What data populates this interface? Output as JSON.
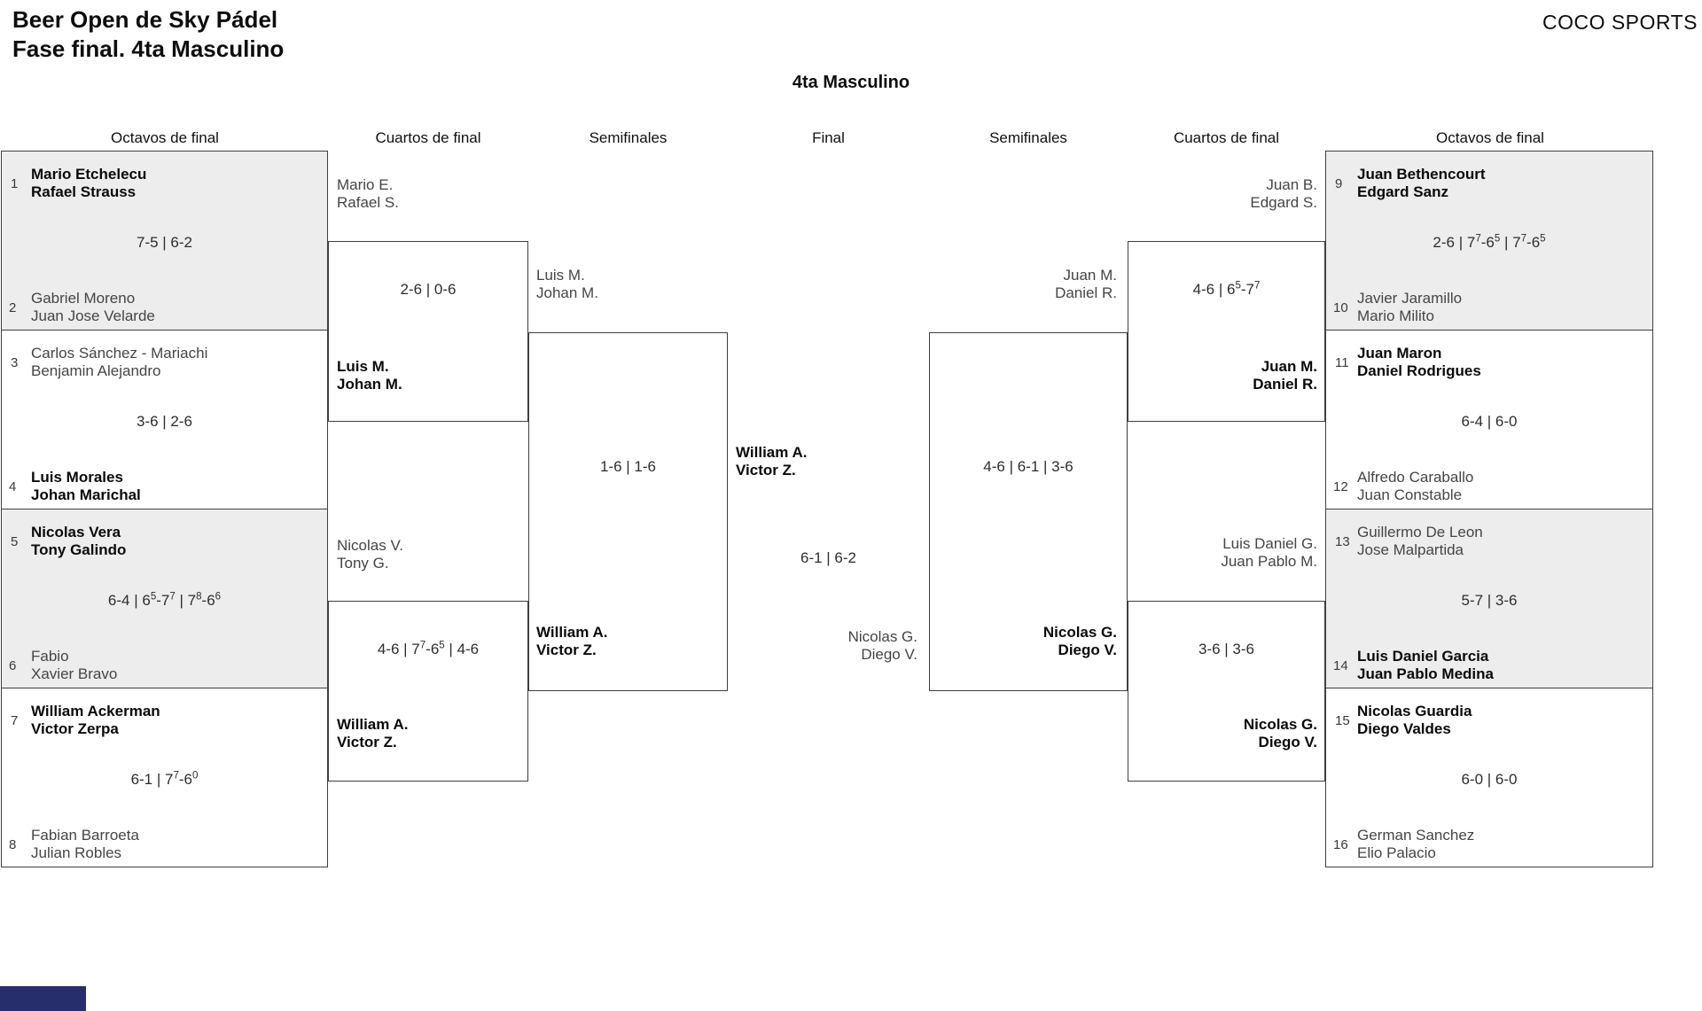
{
  "header": {
    "title_line1": "Beer Open de Sky Pádel",
    "title_line2": "Fase final. 4ta Masculino",
    "brand": "COCO SPORTS",
    "bracket_title": "4ta Masculino"
  },
  "rounds": [
    "Octavos de final",
    "Cuartos de final",
    "Semifinales",
    "Final",
    "Semifinales",
    "Cuartos de final",
    "Octavos de final"
  ],
  "octavos": [
    {
      "seed1": "1",
      "t1a": "Mario Etchelecu",
      "t1b": "Rafael Strauss",
      "w1": true,
      "score": "7-5 | 6-2",
      "seed2": "2",
      "t2a": "Gabriel Moreno",
      "t2b": "Juan Jose Velarde",
      "w2": false
    },
    {
      "seed1": "3",
      "t1a": "Carlos Sánchez - Mariachi",
      "t1b": "Benjamin Alejandro",
      "w1": false,
      "score": "3-6 | 2-6",
      "seed2": "4",
      "t2a": "Luis Morales",
      "t2b": "Johan Marichal",
      "w2": true
    },
    {
      "seed1": "5",
      "t1a": "Nicolas Vera",
      "t1b": "Tony Galindo",
      "w1": true,
      "score": "6-4 | 6^5-7^7 | 7^8-6^6",
      "seed2": "6",
      "t2a": "Fabio",
      "t2b": "Xavier Bravo",
      "w2": false
    },
    {
      "seed1": "7",
      "t1a": "William Ackerman",
      "t1b": "Victor Zerpa",
      "w1": true,
      "score": "6-1 | 7^7-6^0",
      "seed2": "8",
      "t2a": "Fabian Barroeta",
      "t2b": "Julian Robles",
      "w2": false
    },
    {
      "seed1": "9",
      "t1a": "Juan Bethencourt",
      "t1b": "Edgard Sanz",
      "w1": true,
      "score": "2-6 | 7^7-6^5 | 7^7-6^5",
      "seed2": "10",
      "t2a": "Javier Jaramillo",
      "t2b": "Mario Milito",
      "w2": false
    },
    {
      "seed1": "11",
      "t1a": "Juan Maron",
      "t1b": "Daniel Rodrigues",
      "w1": true,
      "score": "6-4 | 6-0",
      "seed2": "12",
      "t2a": "Alfredo Caraballo",
      "t2b": "Juan Constable",
      "w2": false
    },
    {
      "seed1": "13",
      "t1a": "Guillermo De Leon",
      "t1b": "Jose Malpartida",
      "w1": false,
      "score": "5-7 | 3-6",
      "seed2": "14",
      "t2a": "Luis Daniel Garcia",
      "t2b": "Juan Pablo Medina",
      "w2": true
    },
    {
      "seed1": "15",
      "t1a": "Nicolas Guardia",
      "t1b": "Diego Valdes",
      "w1": true,
      "score": "6-0 | 6-0",
      "seed2": "16",
      "t2a": "German Sanchez",
      "t2b": "Elio Palacio",
      "w2": false
    }
  ],
  "cuartos": [
    {
      "t1a": "Mario E.",
      "t1b": "Rafael S.",
      "w1": false,
      "score": "2-6 | 0-6",
      "t2a": "Luis M.",
      "t2b": "Johan M.",
      "w2": true
    },
    {
      "t1a": "Nicolas V.",
      "t1b": "Tony G.",
      "w1": false,
      "score": "4-6 | 7^7-6^5 | 4-6",
      "t2a": "William A.",
      "t2b": "Victor Z.",
      "w2": true
    },
    {
      "t1a": "Juan B.",
      "t1b": "Edgard S.",
      "w1": false,
      "score": "4-6 | 6^5-7^7",
      "t2a": "Juan M.",
      "t2b": "Daniel R.",
      "w2": true
    },
    {
      "t1a": "Luis Daniel G.",
      "t1b": "Juan Pablo M.",
      "w1": false,
      "score": "3-6 | 3-6",
      "t2a": "Nicolas G.",
      "t2b": "Diego V.",
      "w2": true
    }
  ],
  "semifinales": [
    {
      "t1a": "Luis M.",
      "t1b": "Johan M.",
      "w1": false,
      "score": "1-6 | 1-6",
      "t2a": "William A.",
      "t2b": "Victor Z.",
      "w2": true
    },
    {
      "t1a": "Juan M.",
      "t1b": "Daniel R.",
      "w1": false,
      "score": "4-6 | 6-1 | 3-6",
      "t2a": "Nicolas G.",
      "t2b": "Diego V.",
      "w2": true
    }
  ],
  "final": {
    "t1a": "William A.",
    "t1b": "Victor Z.",
    "w1": true,
    "score": "6-1 | 6-2",
    "t2a": "Nicolas G.",
    "t2b": "Diego V.",
    "w2": false
  }
}
